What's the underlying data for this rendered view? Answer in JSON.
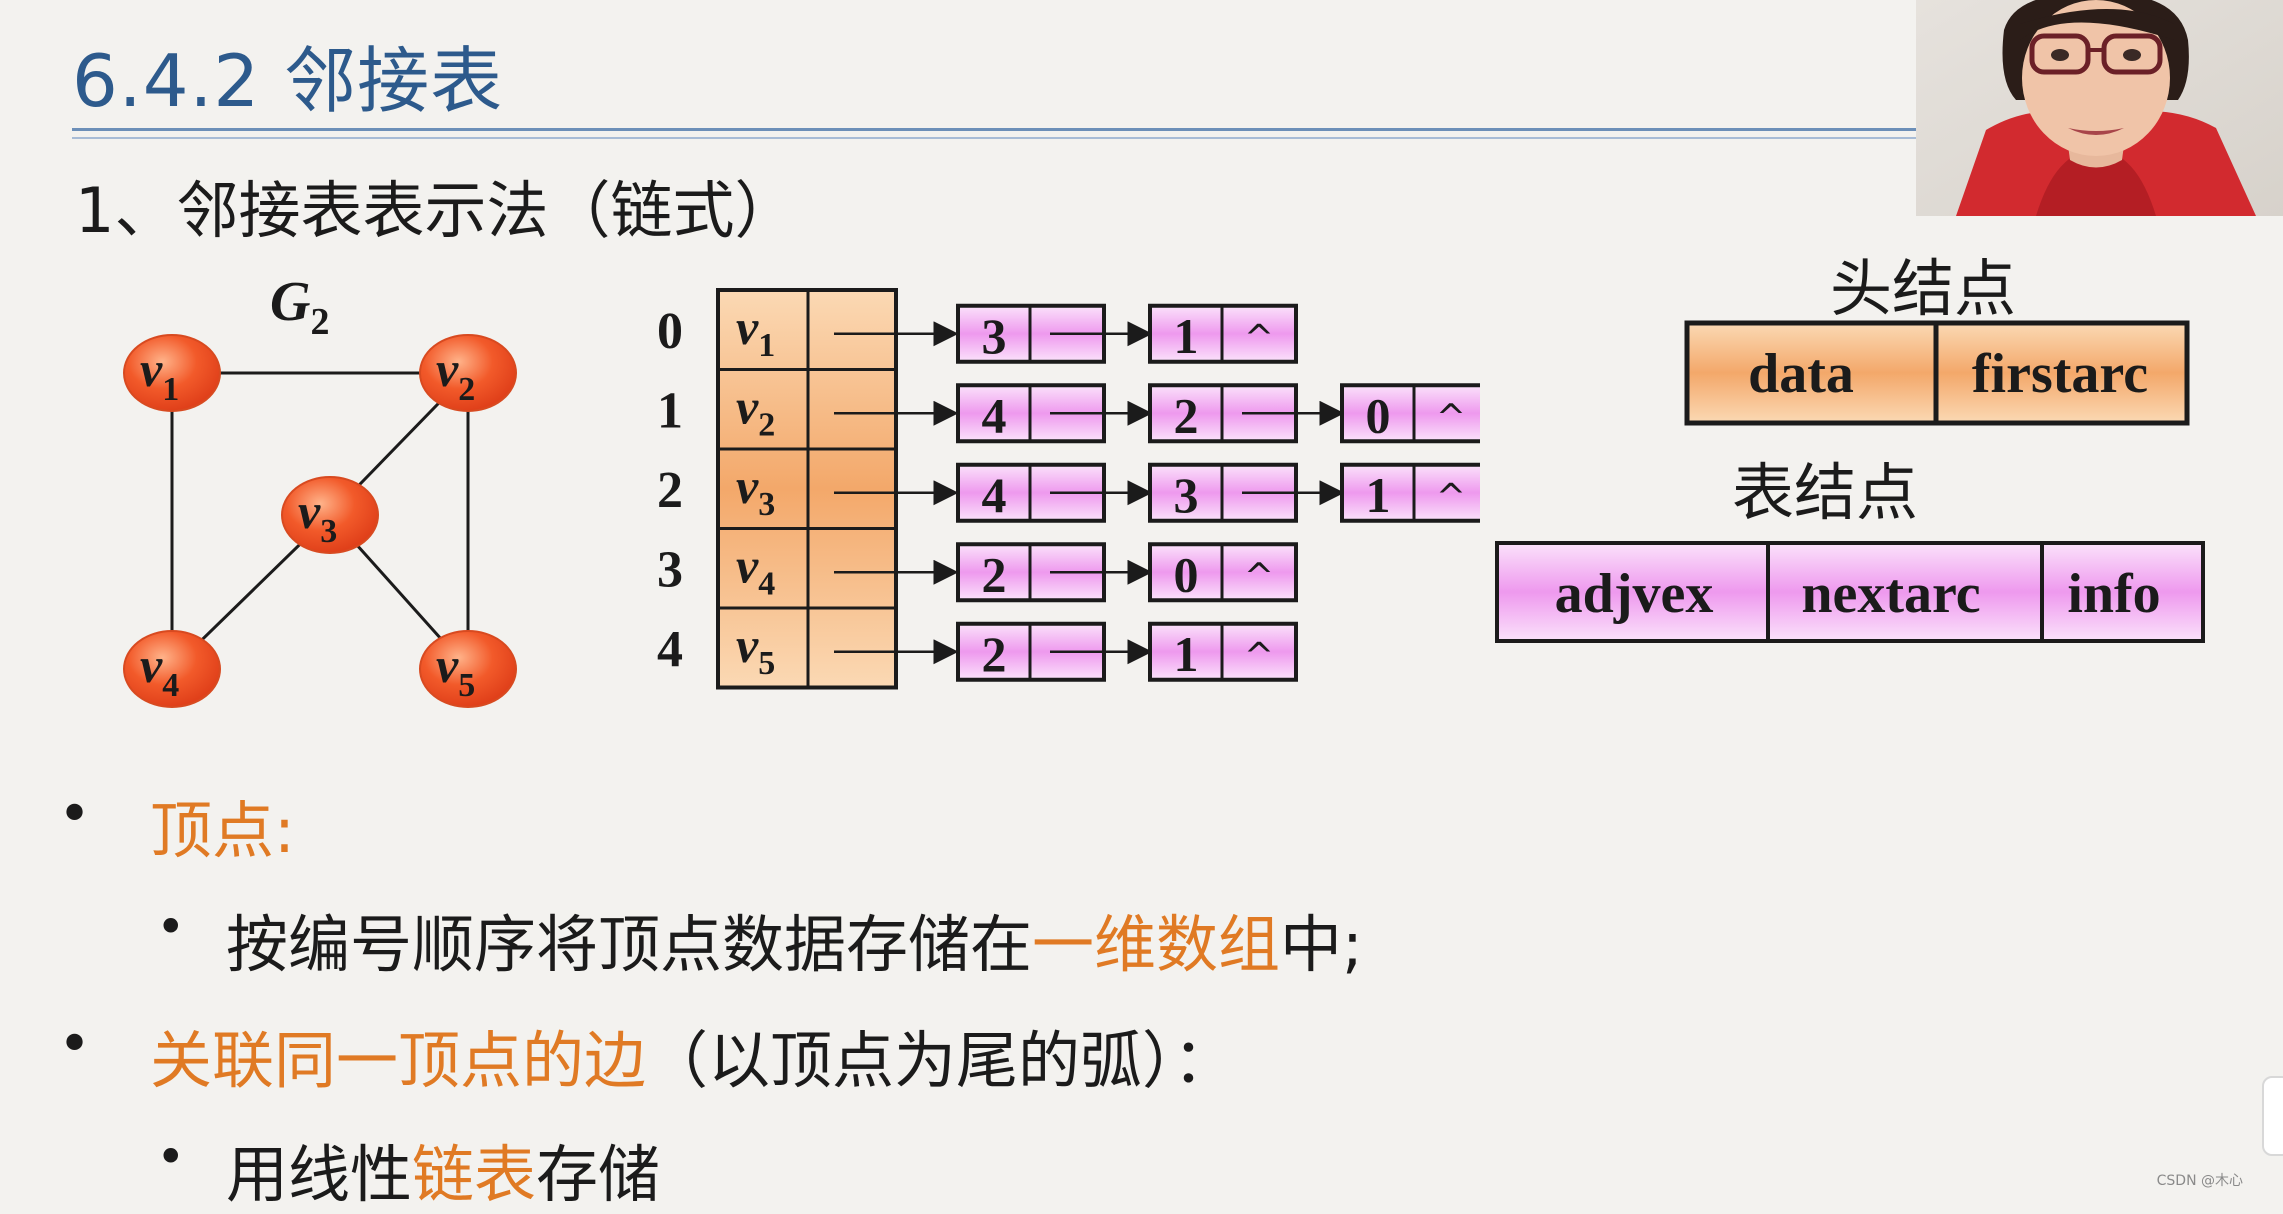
{
  "title": "6.4.2 邻接表",
  "subtitle": "1、邻接表表示法（链式）",
  "graph": {
    "label": "G",
    "label_sub": "2",
    "vertices": [
      {
        "name": "v",
        "sub": "1"
      },
      {
        "name": "v",
        "sub": "2"
      },
      {
        "name": "v",
        "sub": "3"
      },
      {
        "name": "v",
        "sub": "4"
      },
      {
        "name": "v",
        "sub": "5"
      }
    ]
  },
  "adjacency": {
    "indices": [
      "0",
      "1",
      "2",
      "3",
      "4"
    ],
    "heads": [
      {
        "name": "v",
        "sub": "1"
      },
      {
        "name": "v",
        "sub": "2"
      },
      {
        "name": "v",
        "sub": "3"
      },
      {
        "name": "v",
        "sub": "4"
      },
      {
        "name": "v",
        "sub": "5"
      }
    ],
    "lists": [
      [
        "3",
        "1"
      ],
      [
        "4",
        "2",
        "0"
      ],
      [
        "4",
        "3",
        "1"
      ],
      [
        "2",
        "0"
      ],
      [
        "2",
        "1"
      ]
    ],
    "null_symbol": "^"
  },
  "head_node": {
    "title": "头结点",
    "fields": [
      "data",
      "firstarc"
    ]
  },
  "table_node": {
    "title": "表结点",
    "fields": [
      "adjvex",
      "nextarc",
      "info"
    ]
  },
  "bullets": {
    "b1_label": "顶点:",
    "b1_sub_part1": "按编号顺序将顶点数据存储在",
    "b1_sub_highlight": "一维数组",
    "b1_sub_part2": "中;",
    "b2_label": "关联同一顶点的边",
    "b2_rest": "（以顶点为尾的弧）：",
    "b2_sub_part1": "用线性",
    "b2_sub_highlight": "链表",
    "b2_sub_part2": "存储"
  },
  "watermark": "CSDN @木心",
  "colors": {
    "title": "#2d5a8c",
    "orange_highlight": "#e07a24",
    "vertex_red": "#e8401c",
    "head_orange": "#f3a86a",
    "list_pink": "#ee99ee"
  }
}
